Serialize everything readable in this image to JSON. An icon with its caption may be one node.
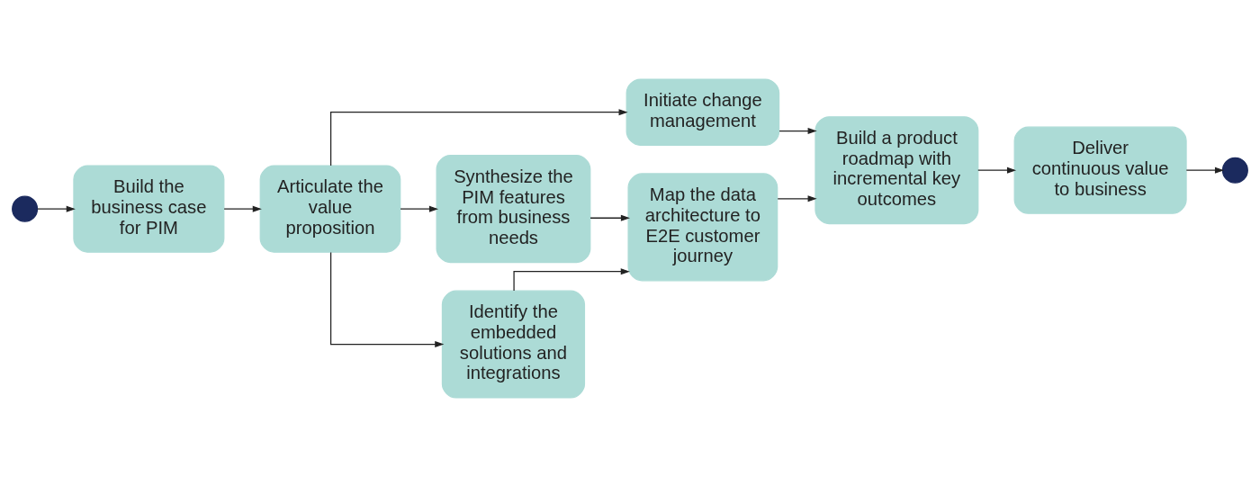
{
  "diagram": {
    "nodes": [
      {
        "text": [],
        "shape": "circle"
      },
      {
        "text": [
          "Build the business case for PIM"
        ]
      },
      {
        "text": [
          "Articulate the value proposition"
        ]
      },
      {
        "text": [
          "Initiate change management"
        ]
      },
      {
        "text": [
          "Synthesize the PIM features from business needs"
        ]
      },
      {
        "text": [
          "Identify the embedded solutions and integrations"
        ]
      },
      {
        "text": [
          "Map the data architecture to E2E customer journey"
        ]
      },
      {
        "text": [
          "Build a product roadmap with incremental key outcomes"
        ]
      },
      {
        "text": [
          "Deliver continuous value to business"
        ]
      },
      {
        "text": [],
        "shape": "circle"
      }
    ],
    "edges": [
      {
        "from": 0,
        "to": 1,
        "arrow": "to"
      },
      {
        "from": 1,
        "to": 2,
        "arrow": "to"
      },
      {
        "from": 2,
        "to": 3,
        "arrow": "to"
      },
      {
        "from": 2,
        "to": 4,
        "arrow": "to"
      },
      {
        "from": 2,
        "to": 5,
        "arrow": "to"
      },
      {
        "from": 3,
        "to": 7,
        "arrow": "to"
      },
      {
        "from": 4,
        "to": 6,
        "arrow": "to"
      },
      {
        "from": 5,
        "to": 6,
        "arrow": "to"
      },
      {
        "from": 6,
        "to": 7,
        "arrow": "to"
      },
      {
        "from": 7,
        "to": 8,
        "arrow": "to"
      },
      {
        "from": 8,
        "to": 9,
        "arrow": "to"
      }
    ]
  }
}
